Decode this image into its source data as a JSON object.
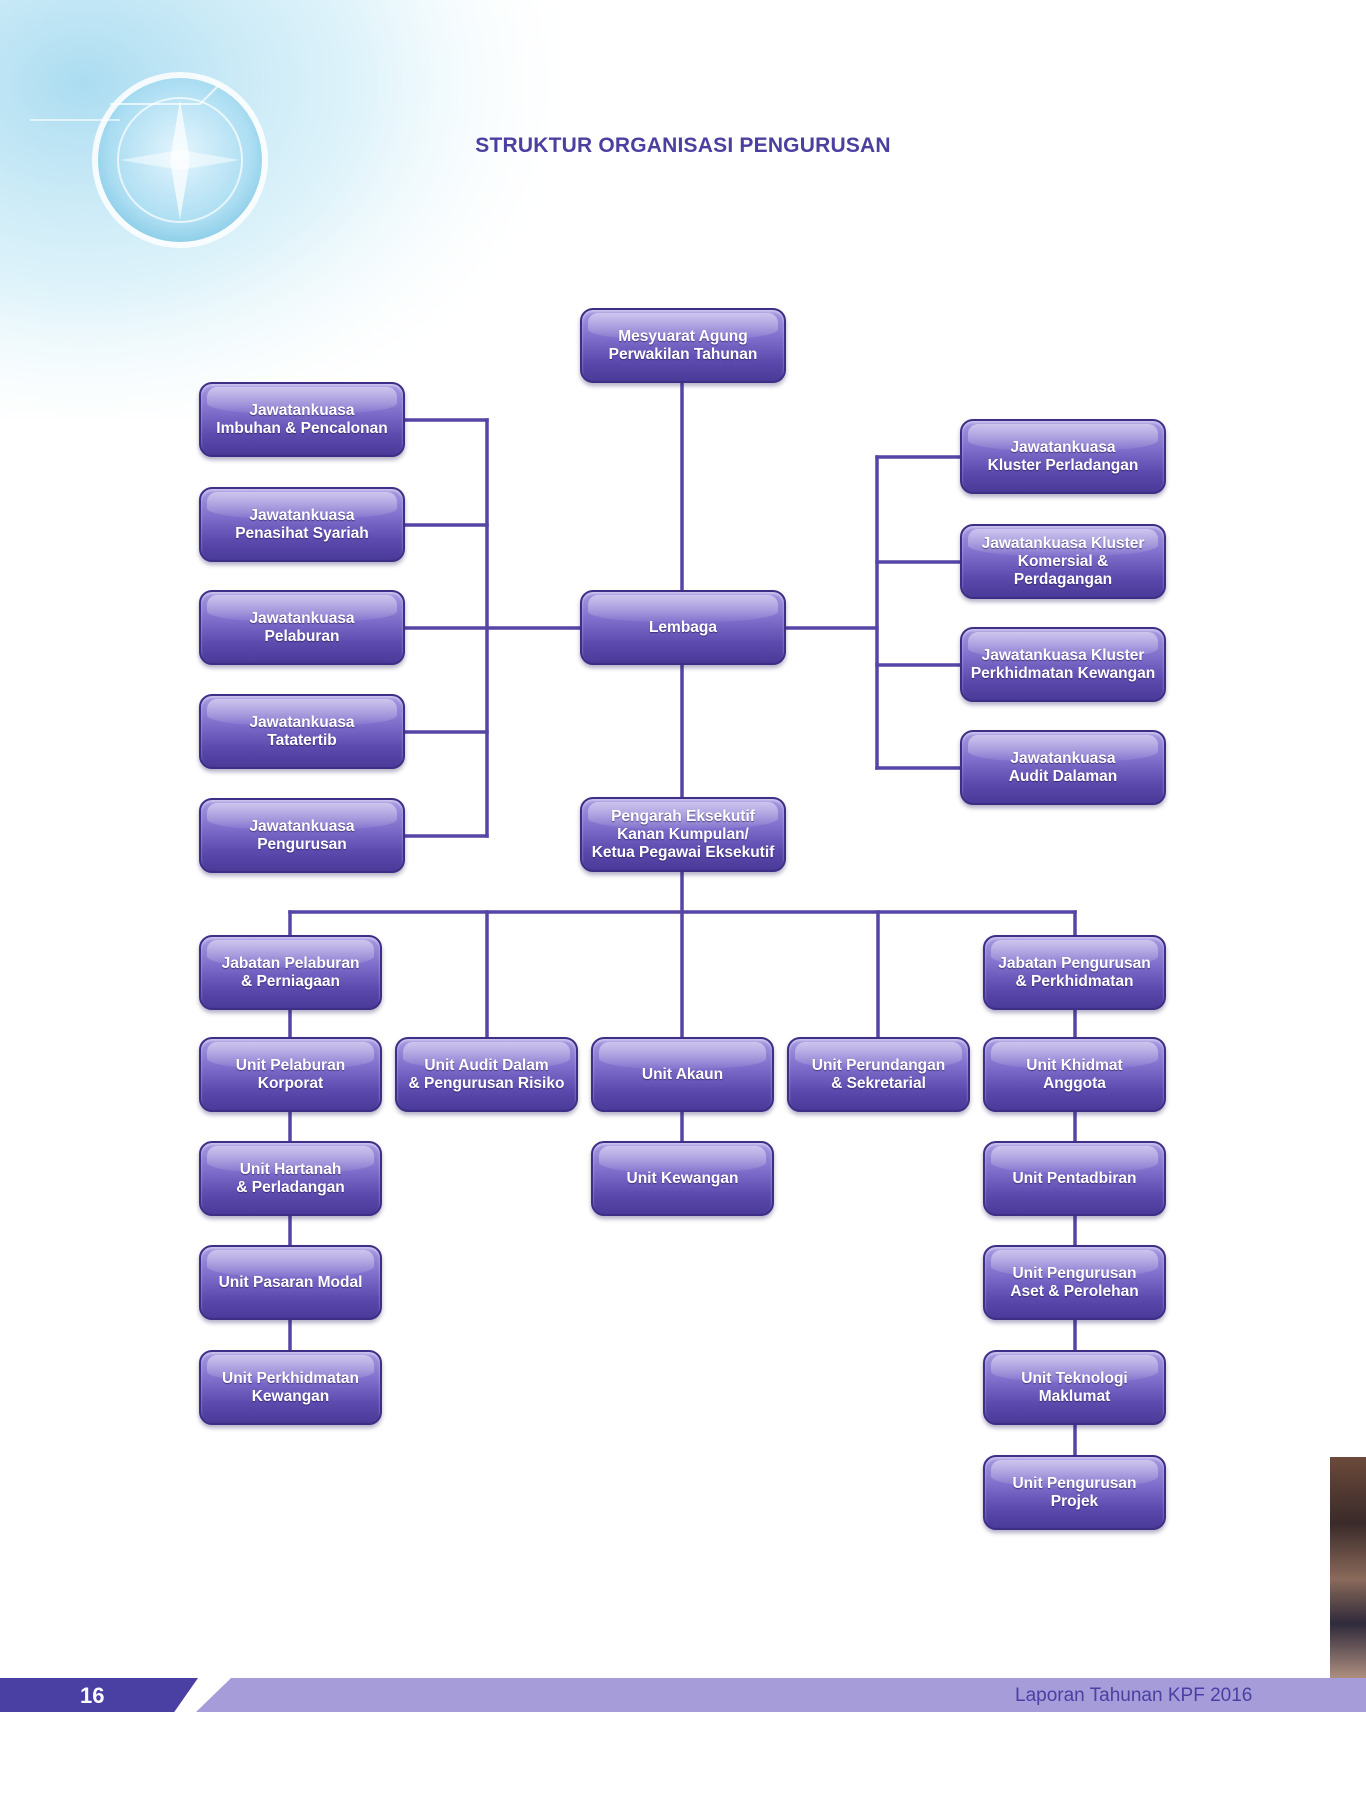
{
  "title": "STRUKTUR ORGANISASI PENGURUSAN",
  "nodes": {
    "mapt": "Mesyuarat Agung\nPerwakilan Tahunan",
    "lembaga": "Lembaga",
    "ceo": "Pengarah Eksekutif\nKanan Kumpulan/\nKetua Pegawai Eksekutif",
    "jk_imbuhan": "Jawatankuasa\nImbuhan & Pencalonan",
    "jk_syariah": "Jawatankuasa\nPenasihat Syariah",
    "jk_pelaburan": "Jawatankuasa\nPelaburan",
    "jk_tatatertib": "Jawatankuasa\nTatatertib",
    "jk_pengurusan": "Jawatankuasa\nPengurusan",
    "jk_perladangan": "Jawatankuasa\nKluster Perladangan",
    "jk_komersial": "Jawatankuasa Kluster\nKomersial & Perdagangan",
    "jk_kewangan": "Jawatankuasa Kluster\nPerkhidmatan Kewangan",
    "jk_audit": "Jawatankuasa\nAudit Dalaman",
    "jab_pelaburan": "Jabatan Pelaburan\n& Perniagaan",
    "unit_audit": "Unit Audit Dalam\n& Pengurusan Risiko",
    "unit_akaun": "Unit Akaun",
    "unit_perundangan": "Unit Perundangan\n& Sekretarial",
    "jab_pengurusan": "Jabatan Pengurusan\n& Perkhidmatan",
    "unit_pel_korporat": "Unit Pelaburan\nKorporat",
    "unit_hartanah": "Unit Hartanah\n& Perladangan",
    "unit_pasaran": "Unit Pasaran Modal",
    "unit_perkhidmatan_kew": "Unit Perkhidmatan\nKewangan",
    "unit_kewangan": "Unit Kewangan",
    "unit_khidmat": "Unit Khidmat\nAnggota",
    "unit_pentadbiran": "Unit Pentadbiran",
    "unit_aset": "Unit Pengurusan\nAset & Perolehan",
    "unit_it": "Unit Teknologi\nMaklumat",
    "unit_projek": "Unit Pengurusan\nProjek"
  },
  "footer": {
    "page_number": "16",
    "report_title": "Laporan Tahunan KPF 2016"
  },
  "colors": {
    "accent": "#4B3FA0",
    "box": "#6A57BC",
    "line": "#5645A6",
    "footer_light": "#A59CD9"
  }
}
